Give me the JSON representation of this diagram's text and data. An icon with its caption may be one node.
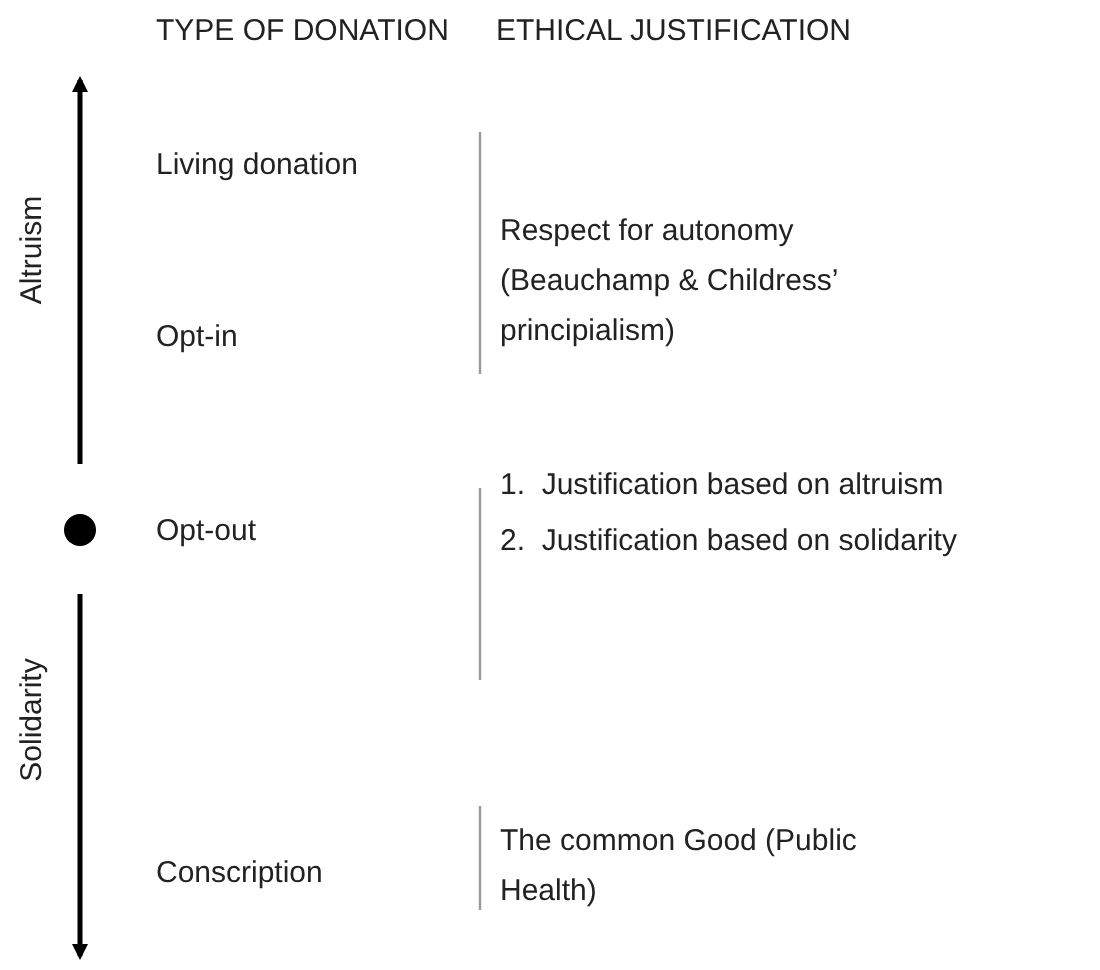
{
  "diagram": {
    "labels": [
      "TYPE OF DONATION",
      "ETHICAL JUSTIFICATION",
      "Altruism",
      "Living donation",
      "Respect for autonomy (Beauchamp & Childress’ principialism)",
      "Opt-in",
      "Opt-out",
      "1.  Justification based on altruism",
      "2.  Justification based on solidarity",
      "Solidarity",
      "Conscription",
      "The common Good (Public Health)"
    ]
  }
}
